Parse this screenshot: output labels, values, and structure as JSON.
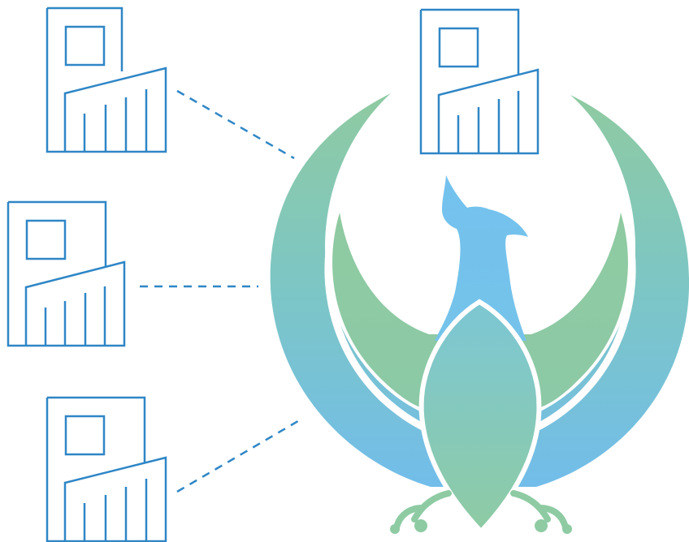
{
  "diagram": {
    "colors": {
      "node_stroke": "#2f86c6",
      "connector": "#2f86c6",
      "wing_green": "#8fcaa1",
      "wing_teal": "#7dc6c4",
      "wing_blue": "#72bdea",
      "bird_blue": "#73c2ee",
      "bird_green": "#8ecba3",
      "separator": "#ffffff"
    },
    "icons": {
      "node": "building-icon",
      "hub": "phoenix-logo"
    },
    "nodes": [
      {
        "id": "node-top-left",
        "connected": true
      },
      {
        "id": "node-middle-left",
        "connected": true
      },
      {
        "id": "node-bottom-left",
        "connected": true
      },
      {
        "id": "node-top-center",
        "connected": false
      }
    ]
  }
}
